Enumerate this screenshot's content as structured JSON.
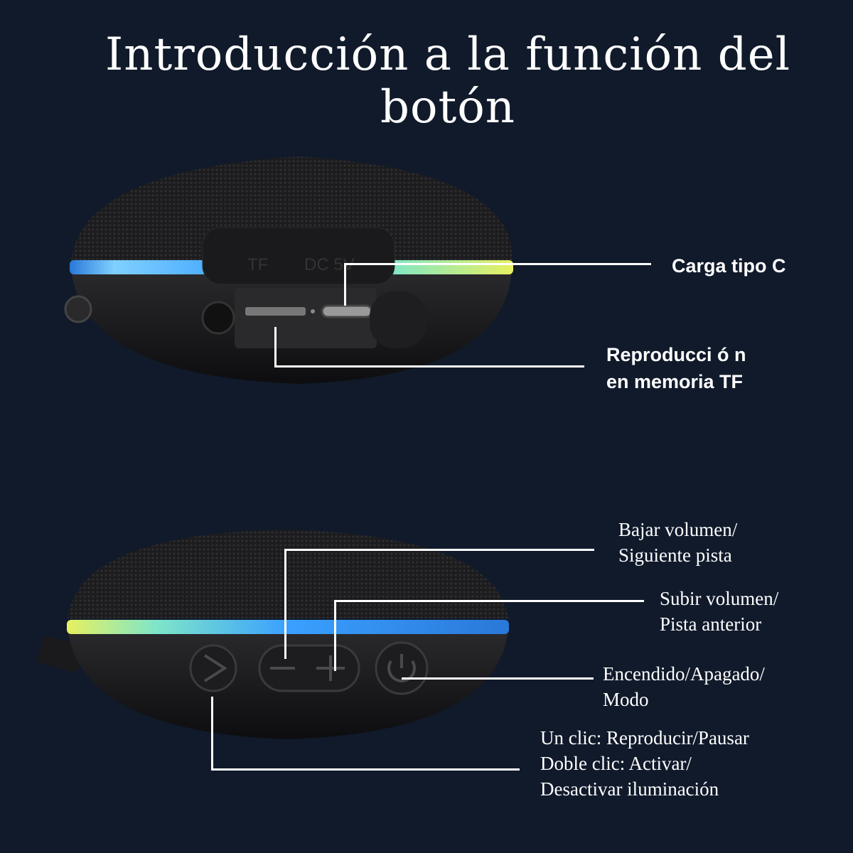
{
  "title": "Introducción a la función del botón",
  "top_speaker": {
    "port_labels": [
      "TF",
      "DC 5V"
    ],
    "callouts": {
      "charge": "Carga tipo C",
      "tf_line1": "Reproducci ó n",
      "tf_line2": "en memoria TF"
    }
  },
  "bottom_speaker": {
    "callouts": {
      "vol_down_line1": "Bajar volumen/",
      "vol_down_line2": "Siguiente pista",
      "vol_up_line1": "Subir volumen/",
      "vol_up_line2": "Pista anterior",
      "power_line1": "Encendido/Apagado/",
      "power_line2": "Modo",
      "play_line1": "Un clic: Reproducir/Pausar",
      "play_line2": "Doble clic: Activar/",
      "play_line3": "Desactivar iluminación"
    }
  },
  "colors": {
    "background": "#101a2b",
    "text": "#ffffff",
    "ring_blue": "#3aa0ff",
    "ring_yellow": "#e8f060"
  }
}
